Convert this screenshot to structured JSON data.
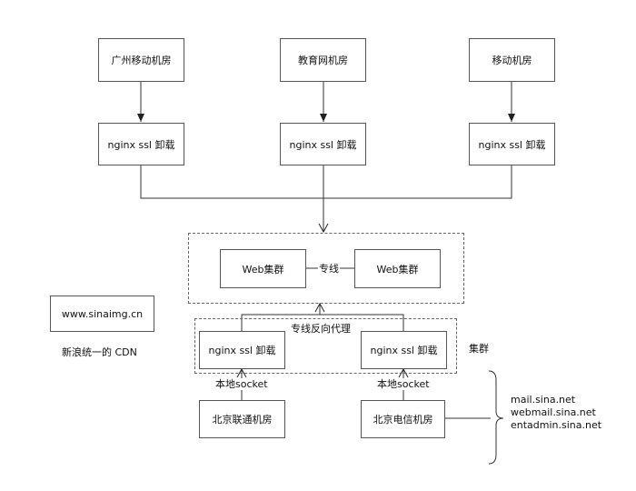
{
  "sources": {
    "guangzhou_mobile": "广州移动机房",
    "education_net": "教育网机房",
    "mobile": "移动机房"
  },
  "ssl_offload_label": "nginx ssl 卸载",
  "web_cluster": {
    "left": "Web集群",
    "right": "Web集群",
    "link_label": "专线"
  },
  "proxy_group": {
    "label": "专线反向代理",
    "left": "nginx ssl 卸载",
    "right": "nginx ssl 卸载",
    "cluster_label": "集群"
  },
  "socket_label": "本地socket",
  "origins": {
    "unicom": "北京联通机房",
    "telecom": "北京电信机房"
  },
  "cdn": {
    "domain": "www.sinaimg.cn",
    "caption": "新浪统一的 CDN"
  },
  "domains": [
    "mail.sina.net",
    "webmail.sina.net",
    "entadmin.sina.net"
  ]
}
